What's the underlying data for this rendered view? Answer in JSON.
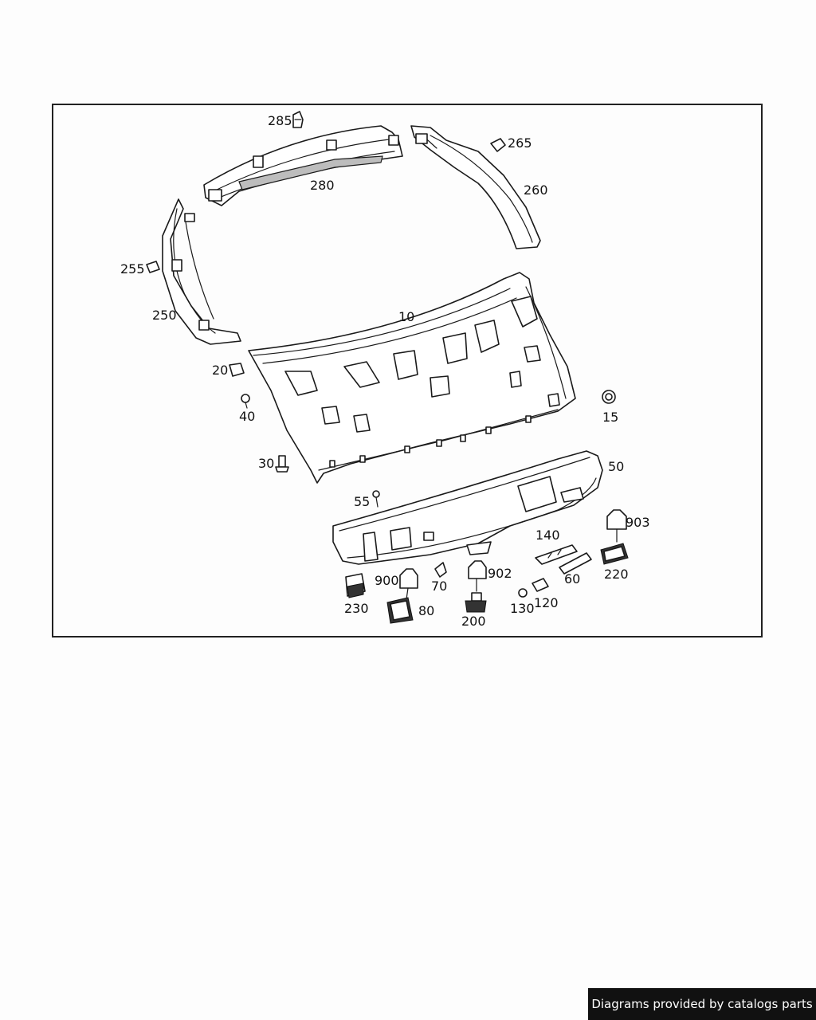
{
  "diagram": {
    "callouts": {
      "p285": "285",
      "p265": "265",
      "p280": "280",
      "p260": "260",
      "p255": "255",
      "p250": "250",
      "p10": "10",
      "p20": "20",
      "p40": "40",
      "p15": "15",
      "p30": "30",
      "p50": "50",
      "p55": "55",
      "p903": "903",
      "p140": "140",
      "p900": "900",
      "p902": "902",
      "p70": "70",
      "p60": "60",
      "p220": "220",
      "p120": "120",
      "p230": "230",
      "p80": "80",
      "p130": "130",
      "p200": "200"
    }
  },
  "footer": {
    "credit": "Diagrams provided by catalogs parts"
  }
}
